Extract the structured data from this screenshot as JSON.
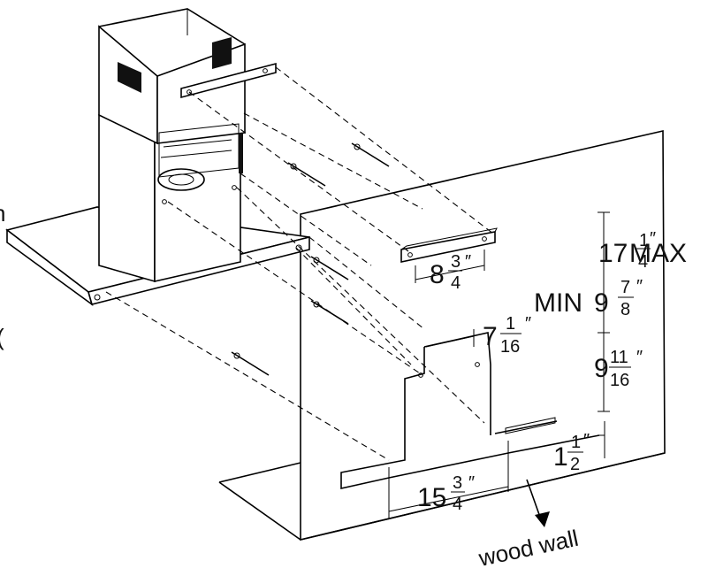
{
  "dimensions": {
    "height_max": {
      "whole": "17",
      "num": "1",
      "den": "4",
      "inch": "″",
      "suffix": "MAX"
    },
    "min_height": {
      "prefix": "MIN",
      "whole": "9",
      "num": "7",
      "den": "8",
      "inch": "″"
    },
    "bracket_width": {
      "whole": "8",
      "num": "3",
      "den": "4",
      "inch": "″"
    },
    "upper_offset": {
      "whole": "7",
      "num": "1",
      "den": "16",
      "inch": "″"
    },
    "vertical_gap": {
      "whole": "9",
      "num": "11",
      "den": "16",
      "inch": "″"
    },
    "lower_small": {
      "whole": "1",
      "num": "1",
      "den": "2",
      "inch": "″"
    },
    "lower_width": {
      "whole": "15",
      "num": "3",
      "den": "4",
      "inch": "″"
    }
  },
  "labels": {
    "wood_wall": "wood wall",
    "edge_left_top": "n",
    "edge_left_mid": "("
  }
}
